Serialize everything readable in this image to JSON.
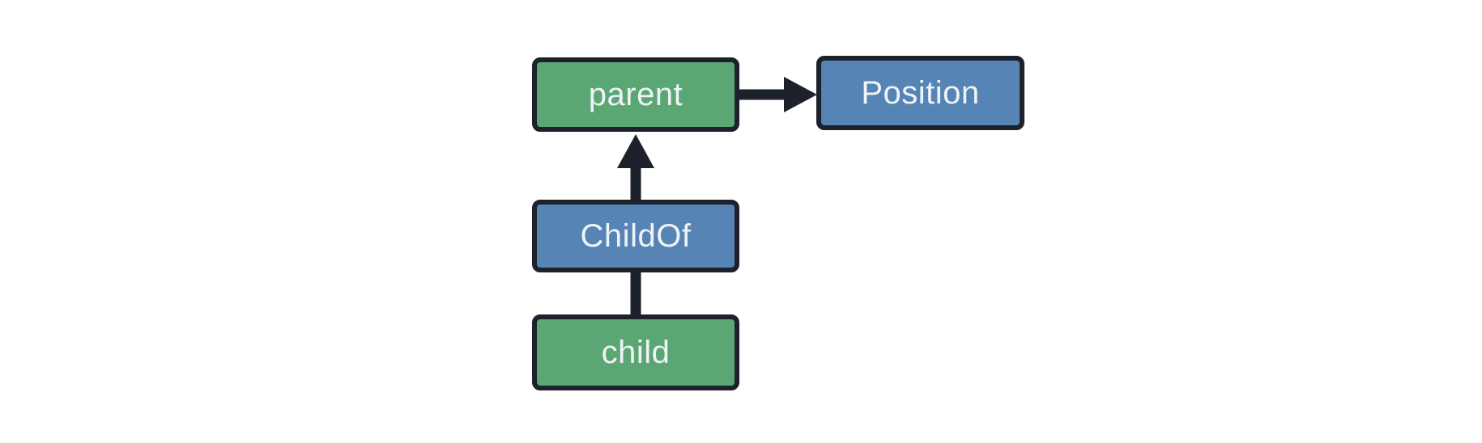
{
  "diagram": {
    "background": "#FFFFFF",
    "colors": {
      "green_fill": "#5AA773",
      "blue_fill": "#5584B5",
      "outline": "#1D212B",
      "arrow": "#1D212B",
      "label_text": "#EFF3F8"
    },
    "nodes": {
      "parent": {
        "label": "parent",
        "color": "green"
      },
      "position": {
        "label": "Position",
        "color": "blue"
      },
      "childof": {
        "label": "ChildOf",
        "color": "blue"
      },
      "child": {
        "label": "child",
        "color": "green"
      }
    },
    "edges": [
      {
        "from": "parent",
        "to": "Position",
        "type": "arrow",
        "direction": "right"
      },
      {
        "from": "ChildOf",
        "to": "parent",
        "type": "arrow",
        "direction": "up"
      },
      {
        "from": "child",
        "to": "ChildOf",
        "type": "line",
        "direction": "up"
      }
    ]
  }
}
